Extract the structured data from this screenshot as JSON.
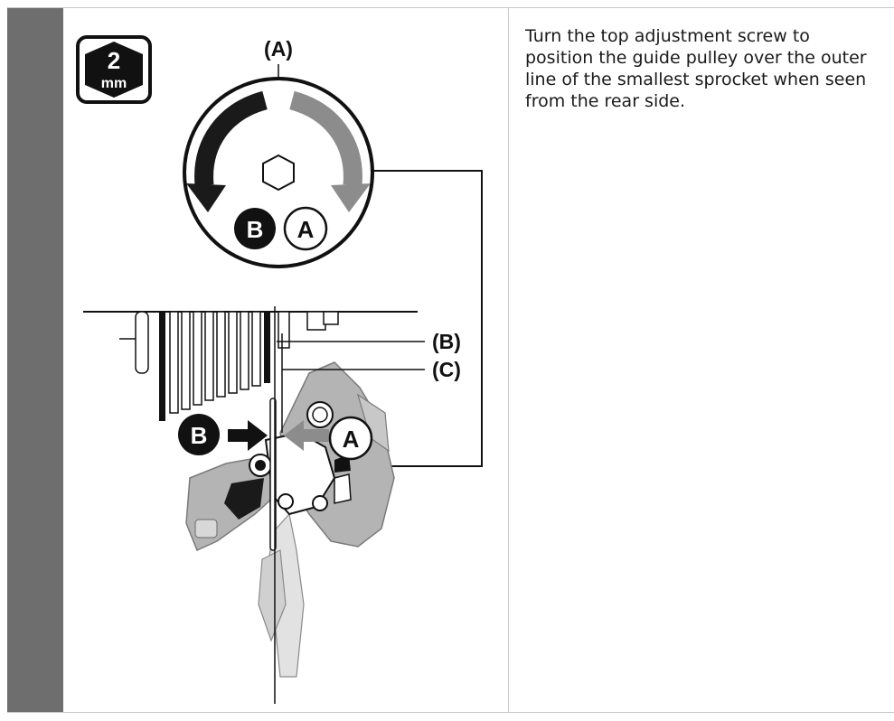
{
  "instruction": {
    "text": "Turn the top adjustment screw to position the guide pulley over the outer line of the smallest sprocket when seen from the rear side."
  },
  "tool_badge": {
    "size": "2",
    "unit": "mm"
  },
  "callouts": {
    "a": "(A)",
    "b": "(B)",
    "c": "(C)"
  },
  "direction_markers": {
    "b": "B",
    "a": "A"
  },
  "colors": {
    "side_bar": "#6e6e6e",
    "dark_arrow": "#1a1a1a",
    "light_arrow": "#8c8c8c",
    "part_fill": "#b4b4b4"
  }
}
